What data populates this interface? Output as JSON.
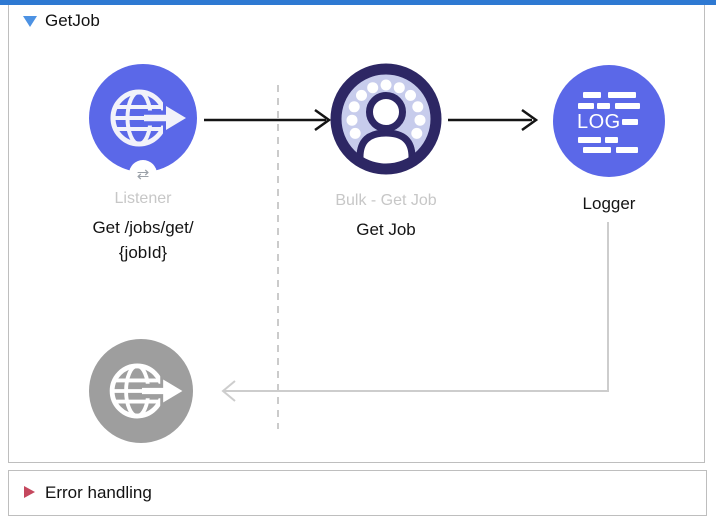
{
  "colors": {
    "selection_blue": "#2E79D2",
    "node_blue": "#5B68E8",
    "bulk_navy": "#2D2764",
    "bulk_lavender": "#C7CCEC",
    "disabled_gray": "#9E9E9E",
    "connector_gray": "#CDCDCD",
    "error_red": "#C5485E"
  },
  "flow": {
    "title": "GetJob",
    "nodes": {
      "listener": {
        "label": "Listener",
        "caption_line1": "Get /jobs/get/",
        "caption_line2": "{jobId}",
        "icon": "globe-arrow-icon",
        "badge_icon": "exchange-arrows-icon",
        "badge_glyph": "⇄"
      },
      "bulk_get_job": {
        "label": "Bulk - Get Job",
        "caption": "Get Job",
        "icon": "salesforce-bulk-user-icon"
      },
      "logger": {
        "caption": "Logger",
        "icon": "log-lines-icon",
        "icon_text": "LOG"
      },
      "response": {
        "icon": "globe-arrow-icon"
      }
    }
  },
  "error_handling": {
    "title": "Error handling"
  }
}
